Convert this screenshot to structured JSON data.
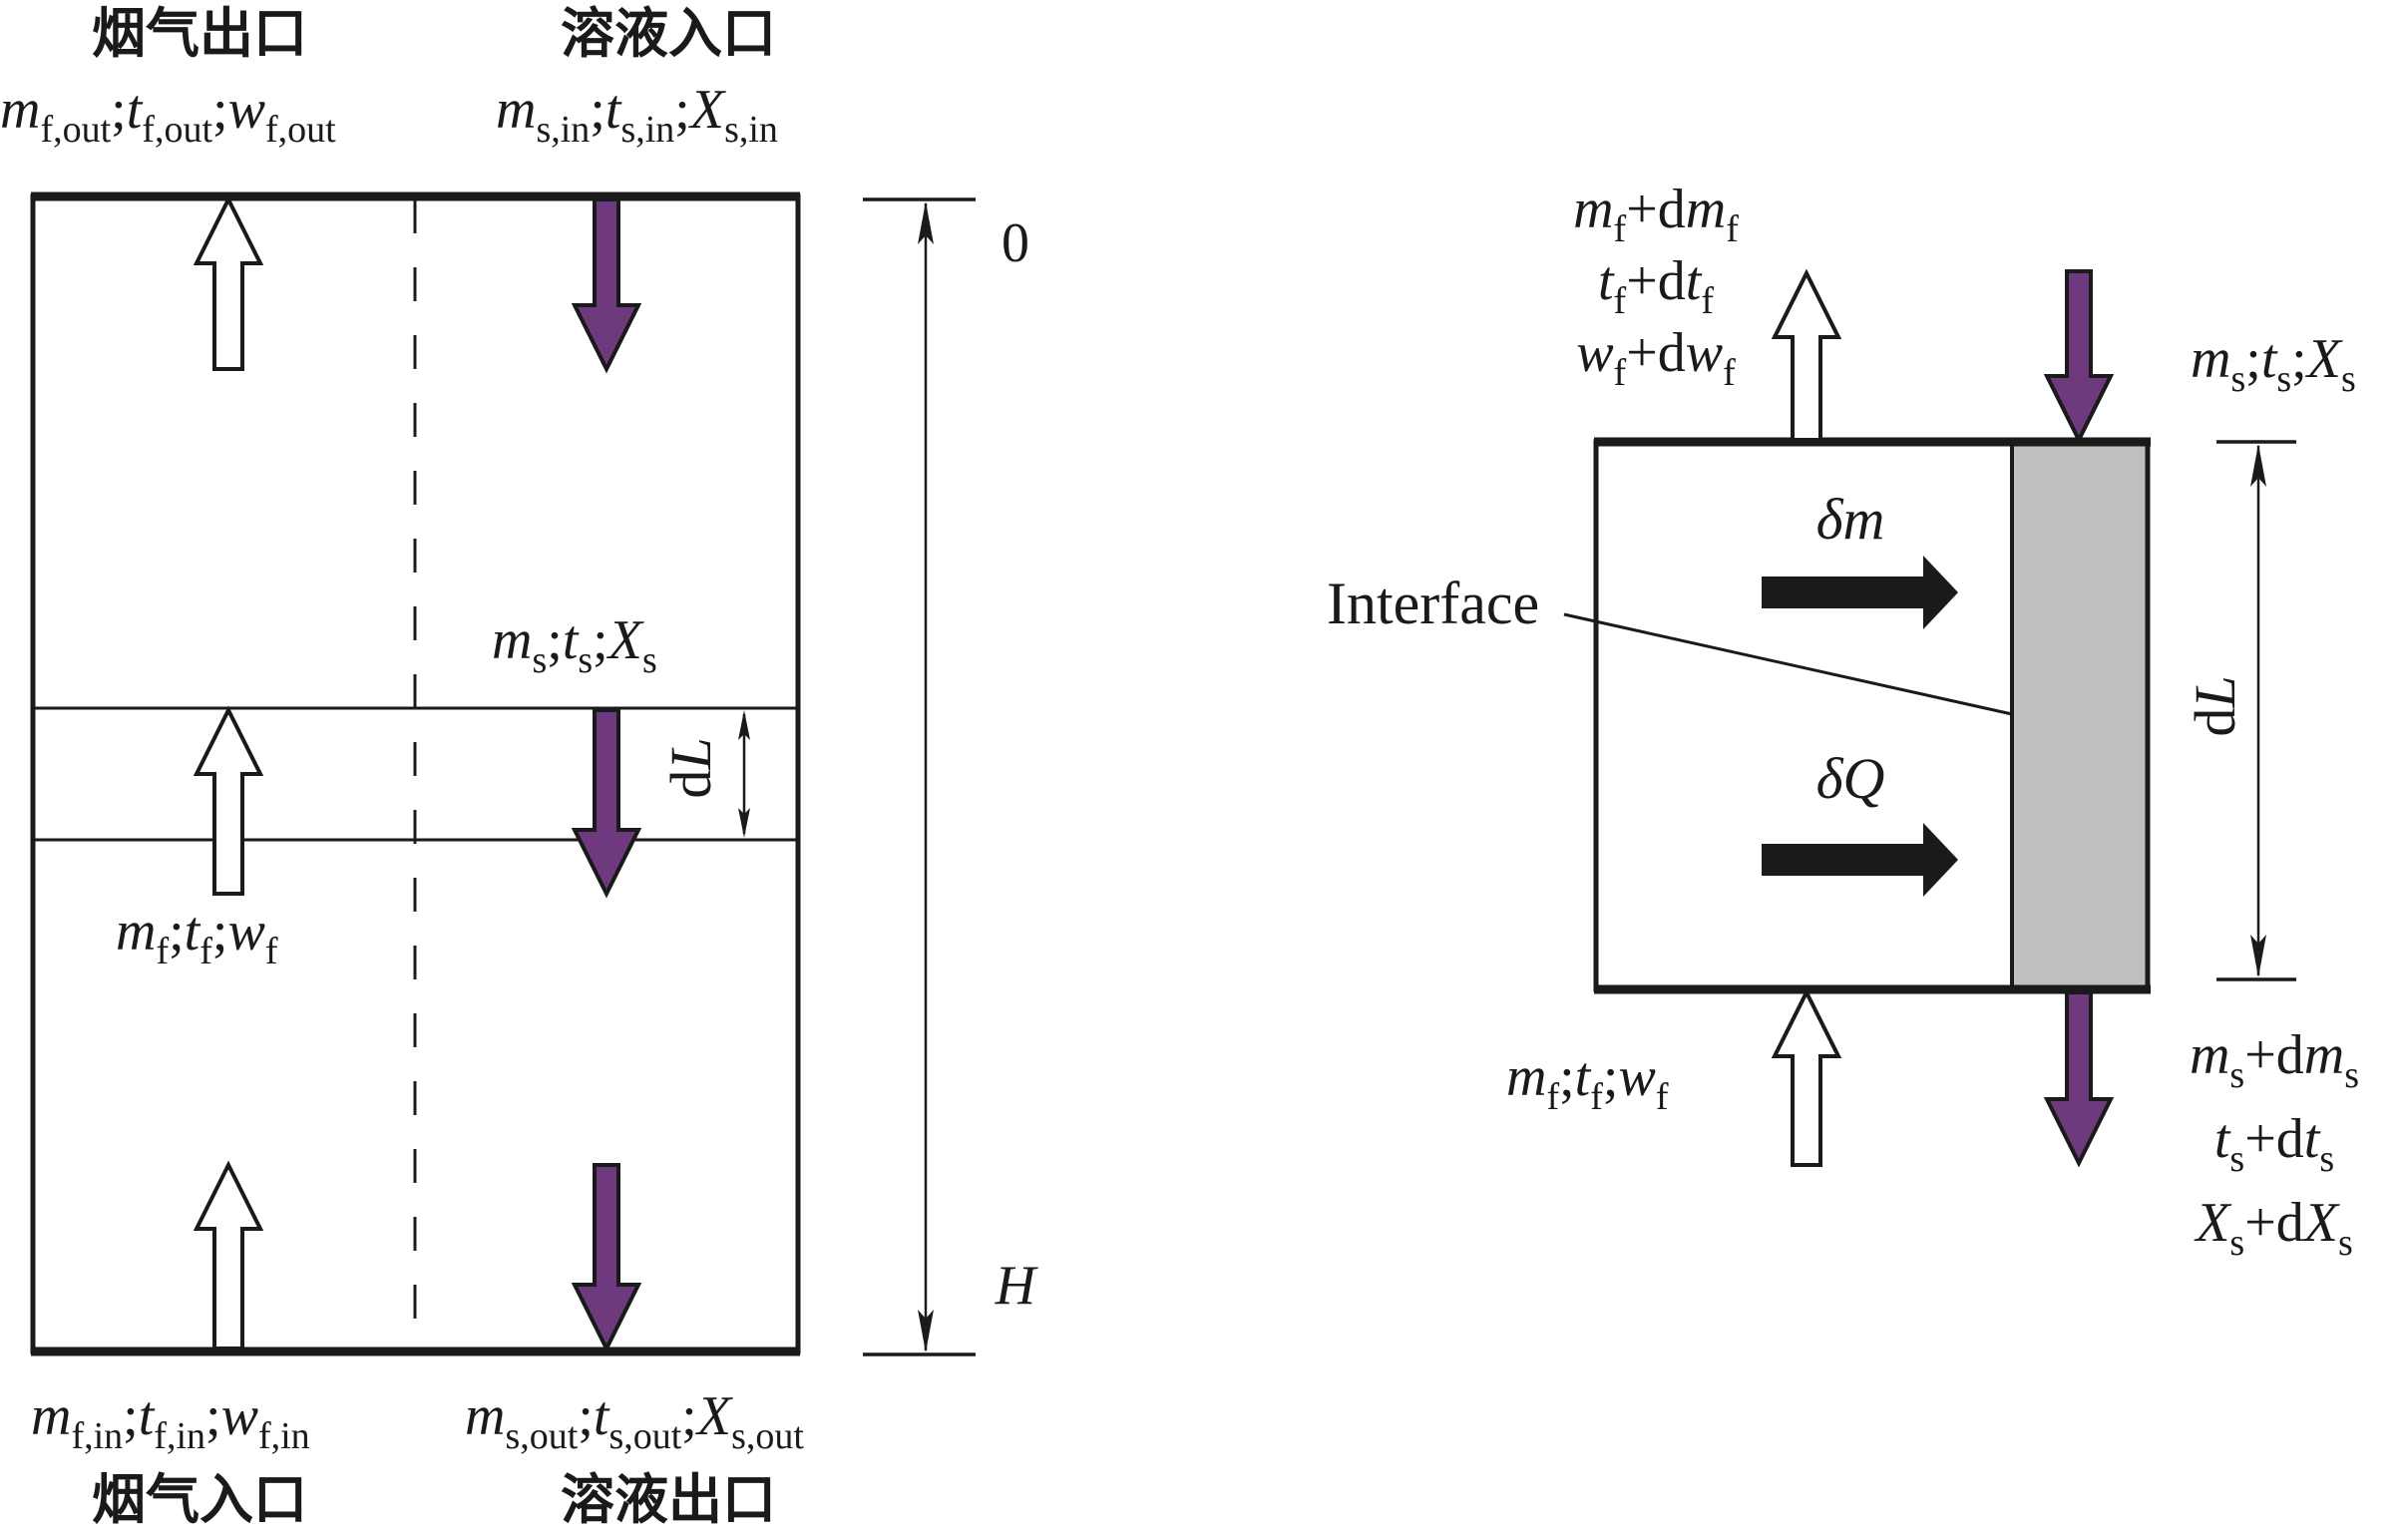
{
  "colors": {
    "line": "#1a1a1a",
    "solution_arrow": "#6f3a7d",
    "solution_film": "#bfbfbf",
    "background": "#ffffff"
  },
  "left_diagram": {
    "top_labels": {
      "flue_outlet_cn": "烟气出口",
      "solution_inlet_cn": "溶液入口"
    },
    "bottom_labels": {
      "flue_inlet_cn": "烟气入口",
      "solution_outlet_cn": "溶液出口"
    },
    "flue_out_vars": [
      {
        "sym": "m",
        "sub": "f,out"
      },
      {
        "sym": "t",
        "sub": "f,out"
      },
      {
        "sym": "w",
        "sub": "f,out"
      }
    ],
    "solution_in_vars": [
      {
        "sym": "m",
        "sub": "s,in"
      },
      {
        "sym": "t",
        "sub": "s,in"
      },
      {
        "sym": "X",
        "sub": "s,in"
      }
    ],
    "solution_mid_vars": [
      {
        "sym": "m",
        "sub": "s"
      },
      {
        "sym": "t",
        "sub": "s"
      },
      {
        "sym": "X",
        "sub": "s"
      }
    ],
    "flue_mid_vars": [
      {
        "sym": "m",
        "sub": "f"
      },
      {
        "sym": "t",
        "sub": "f"
      },
      {
        "sym": "w",
        "sub": "f"
      }
    ],
    "flue_in_vars": [
      {
        "sym": "m",
        "sub": "f,in"
      },
      {
        "sym": "t",
        "sub": "f,in"
      },
      {
        "sym": "w",
        "sub": "f,in"
      }
    ],
    "solution_out_vars": [
      {
        "sym": "m",
        "sub": "s,out"
      },
      {
        "sym": "t",
        "sub": "s,out"
      },
      {
        "sym": "X",
        "sub": "s,out"
      }
    ],
    "separator": ";",
    "height_top_label": "0",
    "height_bottom_label": "H",
    "element_label": "dL"
  },
  "right_diagram": {
    "flue_out_lines": [
      {
        "a": "m",
        "sub": "f",
        "d": "dm",
        "dsub": "f"
      },
      {
        "a": "t",
        "sub": "f",
        "d": "dt",
        "dsub": "f"
      },
      {
        "a": "w",
        "sub": "f",
        "d": "dw",
        "dsub": "f"
      }
    ],
    "solution_in_vars": [
      {
        "sym": "m",
        "sub": "s"
      },
      {
        "sym": "t",
        "sub": "s"
      },
      {
        "sym": "X",
        "sub": "s"
      }
    ],
    "flue_in_vars": [
      {
        "sym": "m",
        "sub": "f"
      },
      {
        "sym": "t",
        "sub": "f"
      },
      {
        "sym": "w",
        "sub": "f"
      }
    ],
    "solution_out_lines": [
      {
        "a": "m",
        "sub": "s",
        "d": "dm",
        "dsub": "s"
      },
      {
        "a": "t",
        "sub": "s",
        "d": "dt",
        "dsub": "s"
      },
      {
        "a": "X",
        "sub": "s",
        "d": "dX",
        "dsub": "s"
      }
    ],
    "mass_transfer_label": "δm",
    "heat_transfer_label": "δQ",
    "interface_label": "Interface",
    "element_label": "dL",
    "plus": "+"
  }
}
